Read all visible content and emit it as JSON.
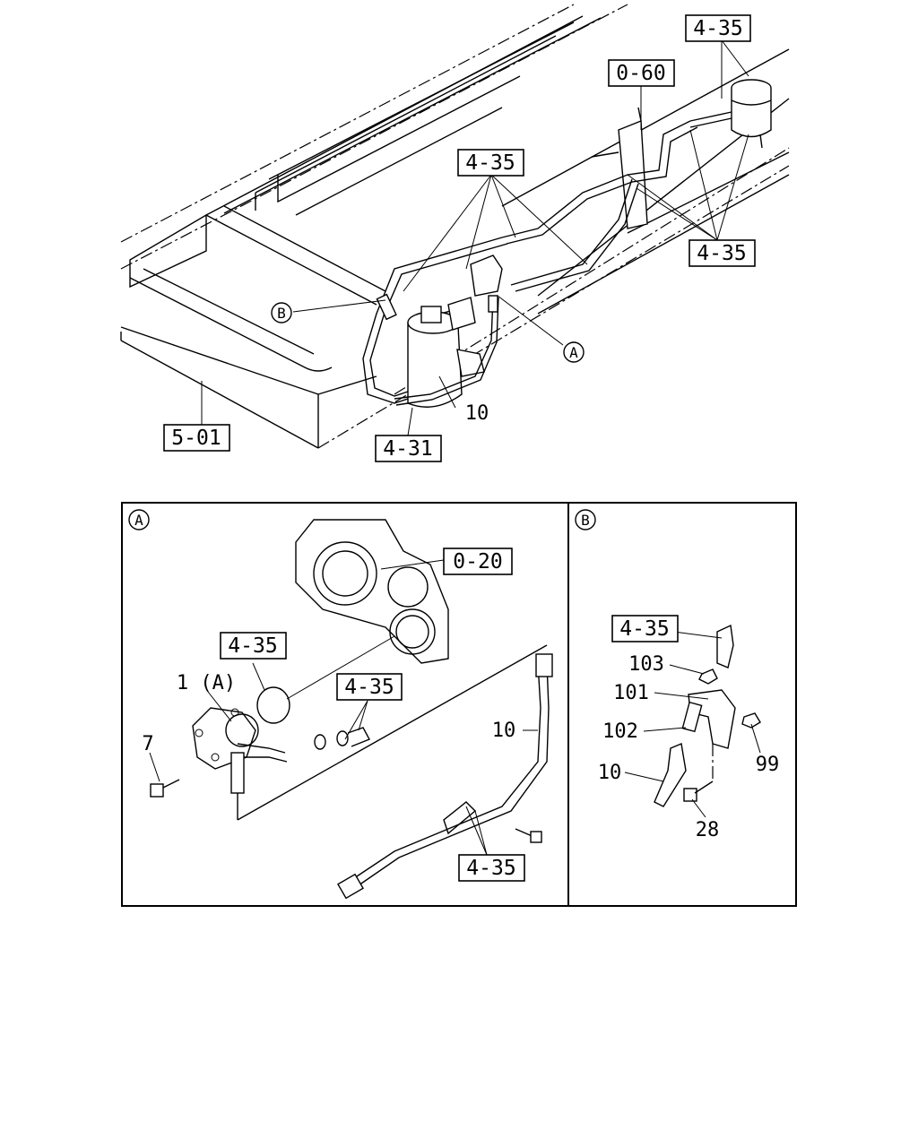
{
  "callouts": {
    "c435_top_right": "4-35",
    "c060": "0-60",
    "c435_top_mid": "4-35",
    "c435_right": "4-35",
    "c501": "5-01",
    "c431": "4-31",
    "c020": "0-20",
    "c435_panelA_oring": "4-35",
    "c435_panelA_clip": "4-35",
    "c435_panelA_bottom": "4-35",
    "c435_panelB": "4-35"
  },
  "parts": {
    "p10_main": "10",
    "p1a": "1 (A)",
    "p7": "7",
    "p10_panelA": "10",
    "p103": "103",
    "p101": "101",
    "p102": "102",
    "p10_panelB": "10",
    "p99": "99",
    "p28": "28"
  },
  "markers": {
    "a": "A",
    "b": "B"
  }
}
